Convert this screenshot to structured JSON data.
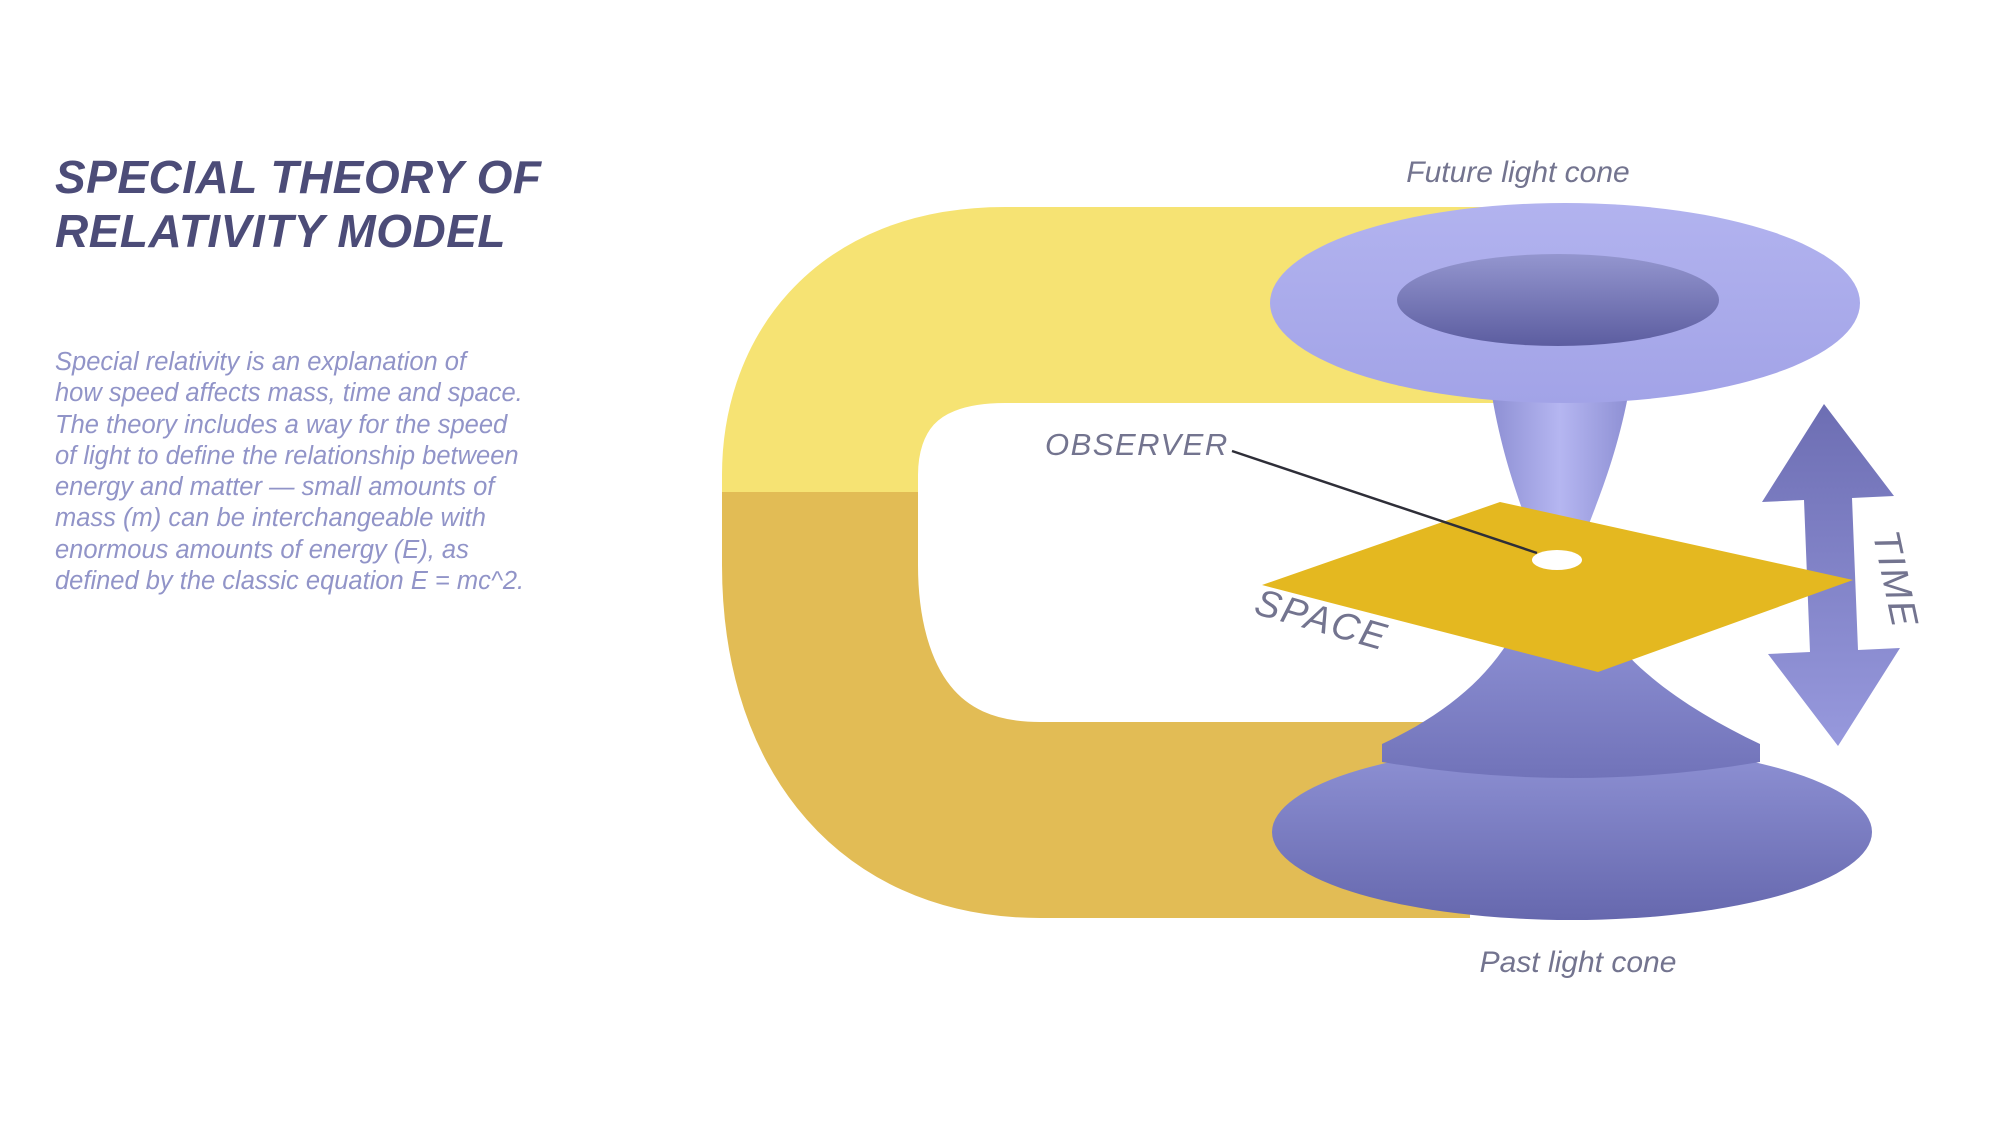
{
  "header": {
    "title_line1": "SPECIAL THEORY OF",
    "title_line2": "RELATIVITY MODEL"
  },
  "description": {
    "lines": [
      "Special relativity is an explanation of",
      "how speed affects mass, time and space.",
      "The theory includes a way for the speed",
      "of light to define the relationship between",
      "energy and matter — small amounts of",
      "mass (m) can be interchangeable with",
      "enormous amounts of energy (E), as",
      "defined by the classic equation E = mc^2."
    ]
  },
  "diagram": {
    "labels": {
      "future_cone": "Future light cone",
      "past_cone": "Past light cone",
      "observer": "OBSERVER",
      "space": "SPACE",
      "time": "TIME"
    },
    "colors": {
      "ribbon_light": "#f6e373",
      "ribbon_dark": "#e2bc55",
      "space_plane": "#e4b820",
      "top_disk_light": "#b2b3ef",
      "top_disk_dark": "#a2a3e7",
      "inner_hole_top": "#9496cf",
      "inner_hole_bottom": "#5c5da0",
      "neck_edge": "#8e90d4",
      "neck_center": "#b5b6f1",
      "cone_top": "#989bde",
      "cone_bottom": "#7173b9",
      "disk_top": "#8f92d5",
      "disk_bottom": "#6668ae",
      "arrow_top": "#6d6eb3",
      "arrow_bottom": "#9799dd",
      "label_text": "#73748f",
      "title_text": "#4c4c78",
      "body_text": "#9194c8",
      "pointer_line": "#2e2e38",
      "hole_white": "#ffffff"
    }
  }
}
